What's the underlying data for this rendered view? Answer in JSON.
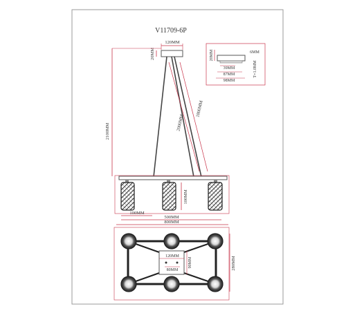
{
  "title": "V11709-6P",
  "dims": {
    "canopy_width": "120MM",
    "canopy_height": "20MM",
    "total_height": "2100MM",
    "cable_length": "2000MM",
    "cable_length_2": "1800MM",
    "shade_height": "100MM",
    "shade_width": "100MM",
    "bar_width": "500MM",
    "overall_width": "800MM",
    "detail_height": "20MM",
    "detail_thickness": "6MM",
    "detail_w1": "39MM",
    "detail_w2": "87MM",
    "detail_w3": "98MM",
    "detail_t": "T=1.0MM",
    "plan_canopy": "120MM",
    "plan_inner": "80MM",
    "plan_depth_small": "90MM",
    "plan_depth": "280MM"
  },
  "colors": {
    "dimension_line": "#c8344a",
    "outline": "#555555",
    "frame": "#999999"
  }
}
